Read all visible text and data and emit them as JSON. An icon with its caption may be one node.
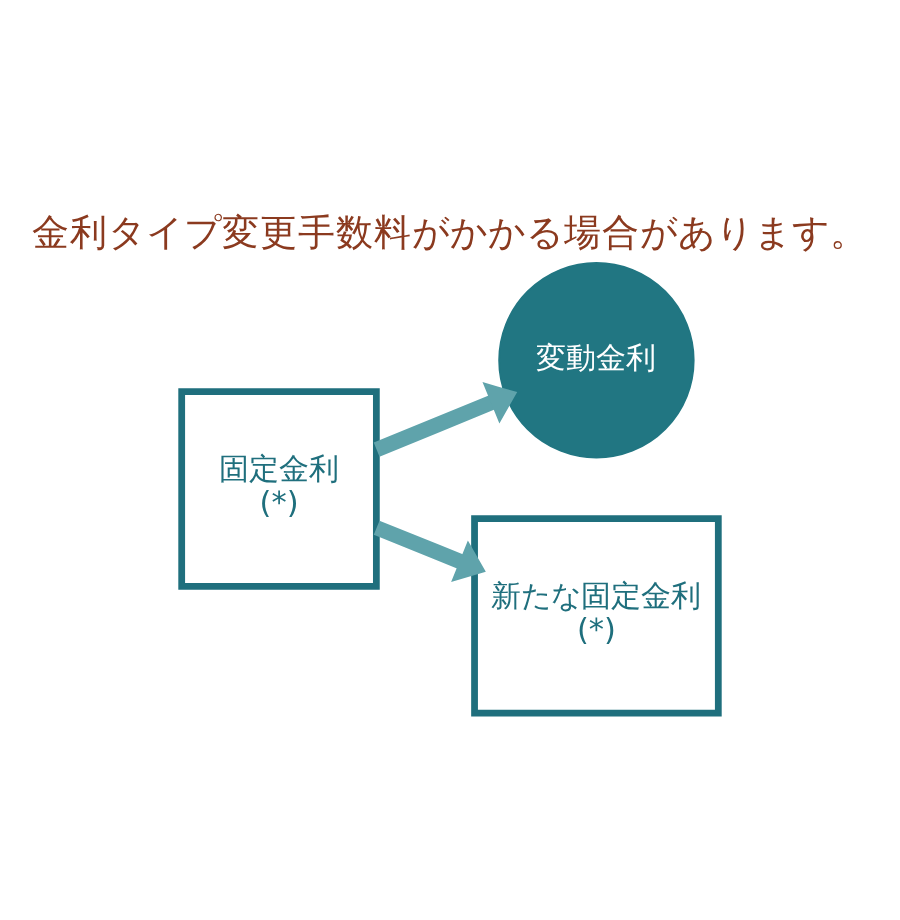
{
  "diagram": {
    "title": "金利タイプ変更手数料がかかる場合があります。",
    "nodes": [
      {
        "text": [
          "固定金利",
          "(*)"
        ]
      },
      {
        "text": [
          "変動金利"
        ]
      },
      {
        "text": [
          "新たな固定金利",
          "(*)"
        ]
      }
    ],
    "edges": [
      {
        "from": 0,
        "to": 1,
        "arrow": "to"
      },
      {
        "from": 0,
        "to": 2,
        "arrow": "to"
      }
    ]
  }
}
